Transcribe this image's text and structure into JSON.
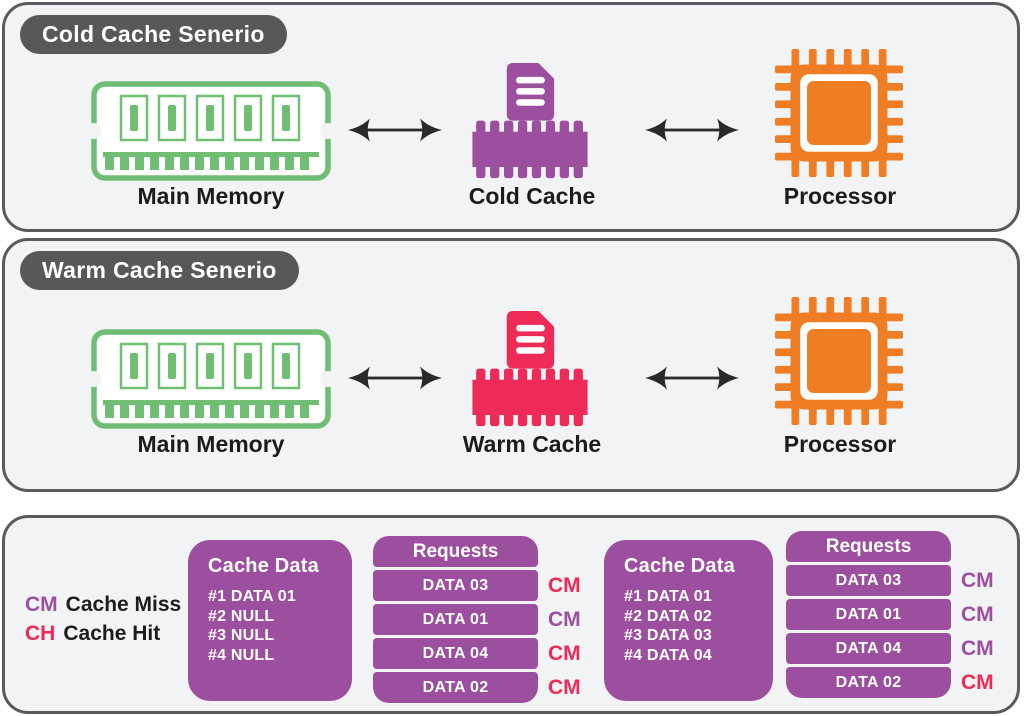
{
  "colors": {
    "page_bg": "#ffffff",
    "panel_bg": "#f2f3f5",
    "panel_border": "#5a5a5e",
    "pill_bg": "#58585a",
    "green": "#6fbe74",
    "purple": "#9d4f9f",
    "crimson": "#ed2a58",
    "orange": "#ee7d23",
    "ink": "#1c1c1e",
    "arrow": "#2a2a2c",
    "white": "#ffffff"
  },
  "panels": [
    {
      "title": "Cold Cache Senerio",
      "items": [
        {
          "label": "Main Memory",
          "icon": "ram-icon",
          "color": "green"
        },
        {
          "label": "Cold Cache",
          "icon": "cache-icon",
          "color": "purple"
        },
        {
          "label": "Processor",
          "icon": "processor-icon",
          "color": "orange"
        }
      ]
    },
    {
      "title": "Warm Cache Senerio",
      "items": [
        {
          "label": "Main Memory",
          "icon": "ram-icon",
          "color": "green"
        },
        {
          "label": "Warm Cache",
          "icon": "cache-icon",
          "color": "crimson"
        },
        {
          "label": "Processor",
          "icon": "processor-icon",
          "color": "orange"
        }
      ]
    }
  ],
  "legend": {
    "rows": [
      {
        "abbr": "CM",
        "abbr_color": "purple",
        "label": "Cache Miss"
      },
      {
        "abbr": "CH",
        "abbr_color": "crimson",
        "label": "Cache Hit"
      }
    ]
  },
  "tables": {
    "cold": {
      "cache_data": {
        "title": "Cache Data",
        "rows": [
          "#1 DATA 01",
          "#2 NULL",
          "#3 NULL",
          "#4 NULL"
        ]
      },
      "requests": {
        "title": "Requests",
        "rows": [
          {
            "value": "DATA 03",
            "result": "CM",
            "result_color": "crimson"
          },
          {
            "value": "DATA 01",
            "result": "CM",
            "result_color": "purple"
          },
          {
            "value": "DATA 04",
            "result": "CM",
            "result_color": "crimson"
          },
          {
            "value": "DATA 02",
            "result": "CM",
            "result_color": "crimson"
          }
        ]
      }
    },
    "warm": {
      "cache_data": {
        "title": "Cache Data",
        "rows": [
          "#1 DATA 01",
          "#2 DATA 02",
          "#3 DATA 03",
          "#4 DATA 04"
        ]
      },
      "requests": {
        "title": "Requests",
        "rows": [
          {
            "value": "DATA 03",
            "result": "CM",
            "result_color": "purple"
          },
          {
            "value": "DATA 01",
            "result": "CM",
            "result_color": "purple"
          },
          {
            "value": "DATA 04",
            "result": "CM",
            "result_color": "purple"
          },
          {
            "value": "DATA 02",
            "result": "CM",
            "result_color": "crimson"
          }
        ]
      }
    }
  }
}
